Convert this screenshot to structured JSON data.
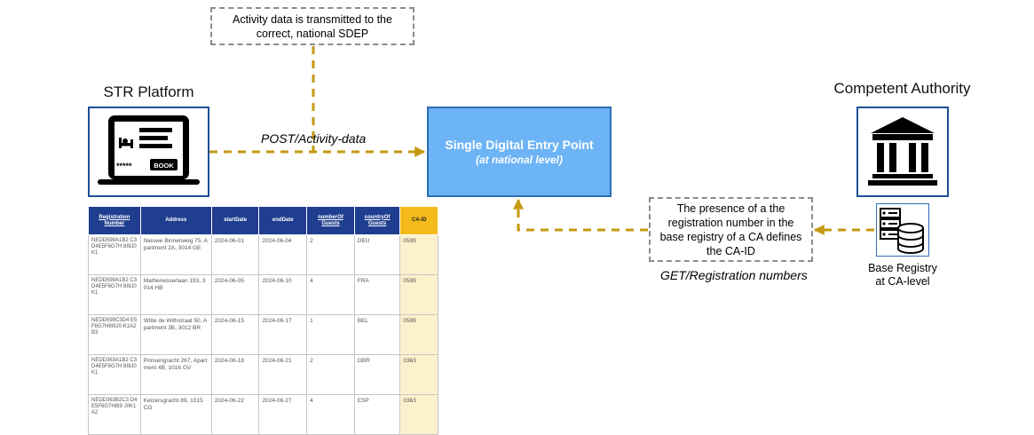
{
  "top_note": "Activity data is transmitted to the correct, national SDEP",
  "str_platform": {
    "title": "STR Platform",
    "icon": "laptop-booking-icon",
    "book_label": "BOOK",
    "stars": "*****"
  },
  "competent_authority": {
    "title": "Competent Authority",
    "icon": "government-building-icon"
  },
  "sdep": {
    "title": "Single Digital Entry Point",
    "subtitle": "(at national level)"
  },
  "post_label": "POST/Activity-data",
  "get_label": "GET/Registration numbers",
  "middle_note": "The presence of a the registration number in the base registry of a CA defines the CA-ID",
  "base_registry": {
    "label_line1": "Base Registry",
    "label_line2": "at CA-level",
    "icon": "database-server-icon"
  },
  "colors": {
    "arrow": "#c49a12",
    "sdep_fill": "#6cb4f5",
    "frame": "#1f4e96",
    "table_header": "#1f3e8f",
    "ca_header": "#f5bb1b",
    "ca_cell": "#fdf0cd"
  },
  "table": {
    "headers": [
      "Registration Number",
      "Address",
      "startDate",
      "endDate",
      "numberOf Guests",
      "countryOf Guests",
      "CA-ID"
    ],
    "rows": [
      [
        "NEDD599A1B2 C3D4E5F6G7H 8I9J0K1",
        "Nieuwe Binnenweg 75, Apartment 2A, 3014 GE",
        "2024-06-01",
        "2024-06-04",
        "2",
        "DEU",
        "0599"
      ],
      [
        "NEDD599A1B2 C3D4E5F6G7H 8I9J0K1",
        "Mathenesserlaan 193, 3014 HB",
        "2024-06-05",
        "2024-06-10",
        "4",
        "FRA",
        "0599"
      ],
      [
        "NEDD599C3D4 E5F6G7H8I9J0 K1A2B3",
        "Witte de Withstraat 50, Apartment 3B, 3012 BR",
        "2024-06-15",
        "2024-06-17",
        "1",
        "BEL",
        "0599"
      ],
      [
        "NEDD363A1B2 C3D4E5F6G7H 8I9J0K1",
        "Prinsengracht 267, Apartment 4B, 1016 GV",
        "2024-06-18",
        "2024-06-21",
        "2",
        "GBR",
        "0363"
      ],
      [
        "NEDD363B2C3 D4E5F6G7H8I9 J0K1A2",
        "Keizersgracht 89, 1015 CG",
        "2024-06-22",
        "2024-06-27",
        "4",
        "ESP",
        "0363"
      ]
    ]
  }
}
